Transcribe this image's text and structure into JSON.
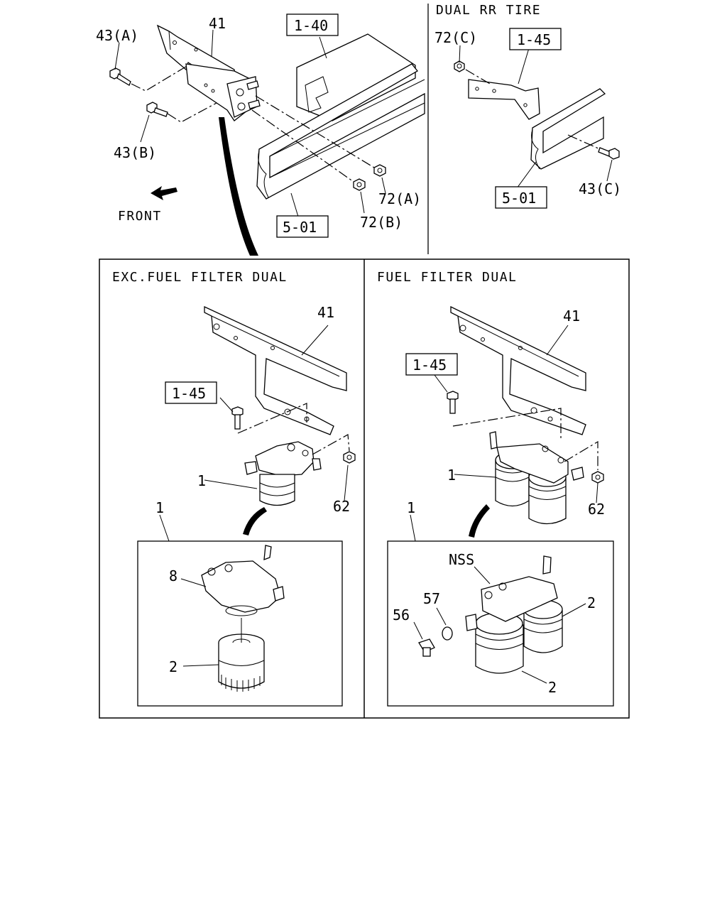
{
  "header": {
    "dual_rr_tire": "DUAL RR TIRE",
    "front": "FRONT"
  },
  "panels": {
    "left_title": "EXC.FUEL FILTER DUAL",
    "right_title": "FUEL FILTER DUAL"
  },
  "ref_boxes": {
    "r1_40": "1-40",
    "r5_01_a": "5-01",
    "r1_45_top": "1-45",
    "r5_01_b": "5-01",
    "r1_45_left": "1-45",
    "r1_45_right": "1-45"
  },
  "callouts": {
    "p41_top": "41",
    "p43a": "43(A)",
    "p43b": "43(B)",
    "p72a": "72(A)",
    "p72b": "72(B)",
    "p72c": "72(C)",
    "p43c": "43(C)",
    "p41_left": "41",
    "p1_left": "1",
    "p62_left": "62",
    "p1_left_kit": "1",
    "p8": "8",
    "p2_left": "2",
    "p41_right": "41",
    "p1_right": "1",
    "p62_right": "62",
    "p1_right_kit": "1",
    "pnss": "NSS",
    "p57": "57",
    "p56": "56",
    "p2_right_a": "2",
    "p2_right_b": "2"
  }
}
